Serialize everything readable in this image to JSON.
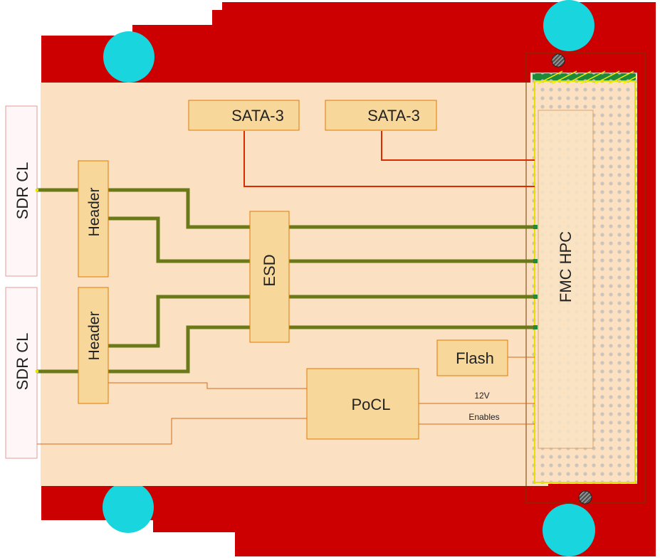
{
  "blocks": {
    "sdr_cl_top": "SDR CL",
    "sdr_cl_bottom": "SDR CL",
    "header_top": "Header",
    "header_bottom": "Header",
    "esd": "ESD",
    "sata_left": "SATA-3",
    "sata_right": "SATA-3",
    "flash": "Flash",
    "pocl": "PoCL",
    "fmc": "FMC HPC"
  },
  "signals": {
    "power": "12V",
    "enables": "Enables"
  },
  "colors": {
    "pcb": "#cc0000",
    "board_area": "#fbe0c2",
    "block_fill": "#f8d89a",
    "block_border": "#e07a00",
    "mount_hole": "#19d5de",
    "lane": "#6b7a18",
    "trace": "#dd2a00"
  }
}
